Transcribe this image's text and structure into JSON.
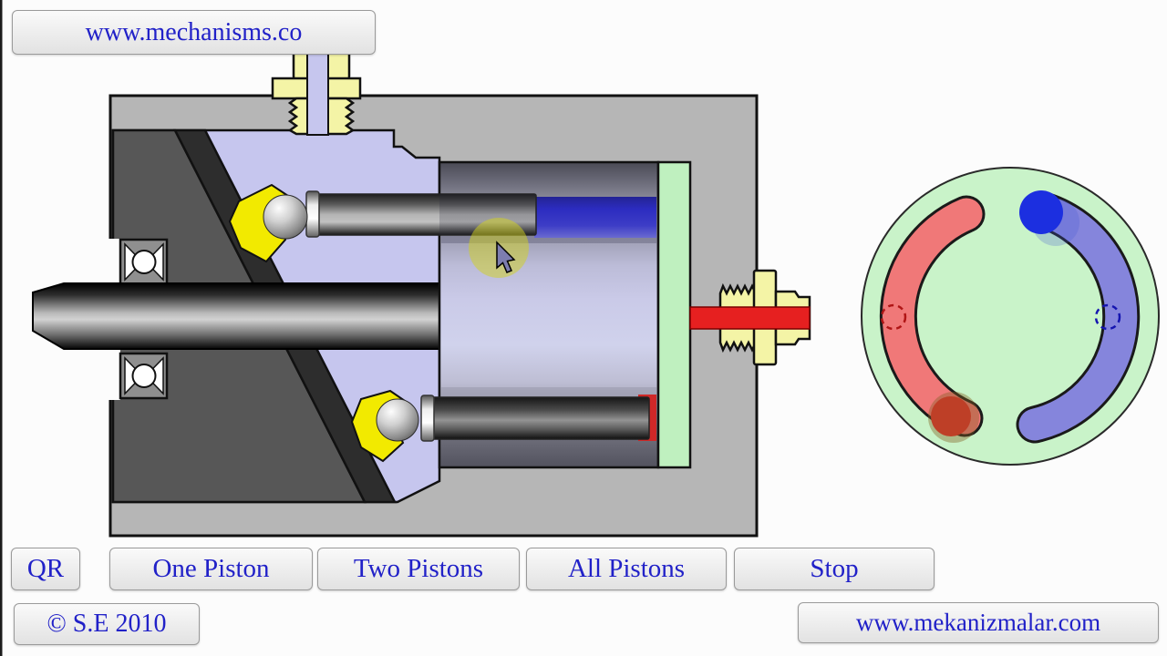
{
  "header": {
    "site_link_label": "www.mechanisms.co"
  },
  "toolbar": {
    "buttons": [
      {
        "label": "QR"
      },
      {
        "label": "One Piston"
      },
      {
        "label": "Two Pistons"
      },
      {
        "label": "All Pistons"
      },
      {
        "label": "Stop"
      }
    ]
  },
  "footer": {
    "copyright_label": "© S.E 2010",
    "site_link_label": "www.mekanizmalar.com"
  },
  "diagram": {
    "subject": "axial piston pump cross-section, animation frame",
    "parts_visible": [
      "housing",
      "drive shaft",
      "two ball bearings",
      "angled swash plate",
      "upper piston with yellow slipper and ball joint",
      "lower piston with yellow slipper and ball joint",
      "cylinder block",
      "green valve plate",
      "top inlet threaded fitting",
      "right outlet threaded fitting"
    ],
    "colors": {
      "housing_gray": "#b6b6b6",
      "cavity_lavender": "#c6c6ee",
      "swash_plate_dark": "#2d2d2d",
      "support_block_gray": "#575757",
      "slipper_yellow": "#f2ea00",
      "fitting_yellow": "#f4f4a6",
      "valve_plate_green": "#bff0bf",
      "intake_fluid_blue": "#2c2cc0",
      "discharge_fluid_red": "#e62020"
    },
    "end_view": {
      "description": "valve plate end view with kidney ports",
      "background_green": "#c9f3c9",
      "discharge_arc_red": "#f07878",
      "intake_arc_blue": "#8585dc",
      "markers": [
        "solid blue piston dot top-right",
        "dashed blue circle right",
        "solid red piston dot bottom-left",
        "dashed red circle left"
      ]
    },
    "cursor": {
      "visible": true,
      "click_highlight_color": "rgba(210,210,30,0.5)"
    }
  }
}
